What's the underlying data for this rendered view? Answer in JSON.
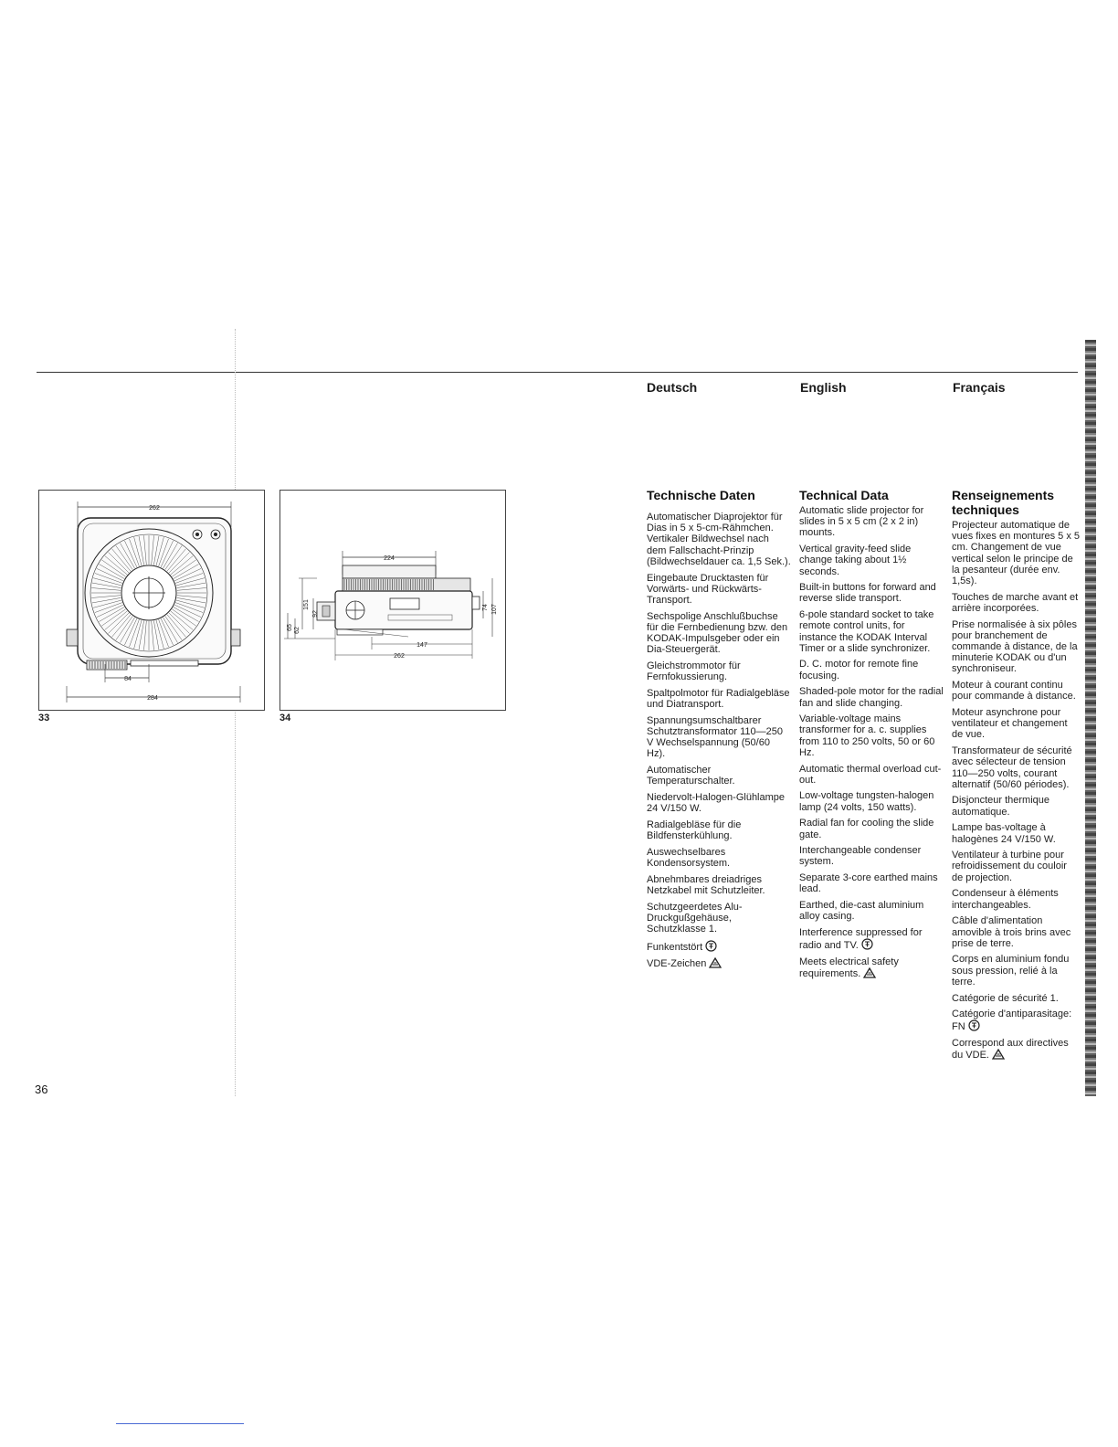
{
  "page_number": "36",
  "languages": {
    "de": "Deutsch",
    "en": "English",
    "fr": "Français"
  },
  "figures": [
    {
      "number": "33",
      "dims": [
        "262",
        "84",
        "284"
      ]
    },
    {
      "number": "34",
      "dims": [
        "224",
        "151",
        "92",
        "65",
        "62",
        "74",
        "107",
        "147",
        "262"
      ]
    }
  ],
  "deutsch": {
    "title": "Technische Daten",
    "items": [
      "Automatischer Diaprojektor für Dias in 5 x 5-cm-Rähmchen. Vertikaler Bildwechsel nach dem Fallschacht-Prinzip (Bildwechseldauer ca. 1,5 Sek.).",
      "Eingebaute Drucktasten für Vorwärts- und Rückwärts-Transport.",
      "Sechspolige Anschlußbuchse für die Fernbedienung bzw. den KODAK-Impulsgeber oder ein Dia-Steuergerät.",
      "Gleichstrommotor für Fernfokussierung.",
      "Spaltpolmotor für Radialgebläse und Diatransport.",
      "Spannungsumschaltbarer Schutztransformator 110—250 V Wechselspannung (50/60 Hz).",
      "Automatischer Temperaturschalter.",
      "Niedervolt-Halogen-Glühlampe 24 V/150 W.",
      "Radialgebläse für die Bildfensterkühlung.",
      "Auswechselbares Kondensorsystem.",
      "Abnehmbares dreiadriges Netzkabel mit Schutzleiter.",
      "Schutzgeerdetes Alu-Druckgußgehäuse, Schutzklasse 1.",
      "Funkentstört",
      "VDE-Zeichen"
    ]
  },
  "english": {
    "title": "Technical Data",
    "items": [
      "Automatic slide projector for slides in 5 x 5 cm (2 x 2 in) mounts.",
      "Vertical gravity-feed slide change taking about 1½ seconds.",
      "Built-in buttons for forward and reverse slide transport.",
      "6-pole standard socket to take remote control units, for instance the KODAK Interval Timer or a slide synchronizer.",
      "D. C. motor for remote fine focusing.",
      "Shaded-pole motor for the radial fan and slide changing.",
      "Variable-voltage mains transformer for a. c. supplies from 110 to 250 volts, 50 or 60 Hz.",
      "Automatic thermal overload cut-out.",
      "Low-voltage tungsten-halogen lamp (24 volts, 150 watts).",
      "Radial fan for cooling the slide gate.",
      "Interchangeable condenser system.",
      "Separate 3-core earthed mains lead.",
      "Earthed, die-cast aluminium alloy casing.",
      "Interference suppressed for radio and TV.",
      "Meets electrical safety requirements."
    ]
  },
  "francais": {
    "title": "Renseignements techniques",
    "items": [
      "Projecteur automatique de vues fixes en montures 5 x 5 cm. Changement de vue vertical selon le principe de la pesanteur (durée env. 1,5s).",
      "Touches de marche avant et arrière incorporées.",
      "Prise normalisée à six pôles pour branchement de commande à distance, de la minuterie KODAK ou d'un synchroniseur.",
      "Moteur à courant continu pour commande à distance.",
      "Moteur asynchrone pour ventilateur et changement de vue.",
      "Transformateur de sécurité avec sélecteur de tension 110—250 volts, courant alternatif (50/60 périodes).",
      "Disjoncteur thermique automatique.",
      "Lampe bas-voltage à halogènes 24 V/150 W.",
      "Ventilateur à turbine pour refroidissement du couloir de projection.",
      "Condenseur à éléments interchangeables.",
      "Câble d'alimentation amovible à trois brins avec prise de terre.",
      "Corps en aluminium fondu sous pression, relié à la terre.",
      "Catégorie de sécurité 1.",
      "Catégorie d'antiparasitage: FN",
      "Correspond aux directives du VDE."
    ]
  },
  "icons": {
    "interference": "radio-interference-suppressed-icon",
    "safety": "vde-safety-mark-icon"
  }
}
